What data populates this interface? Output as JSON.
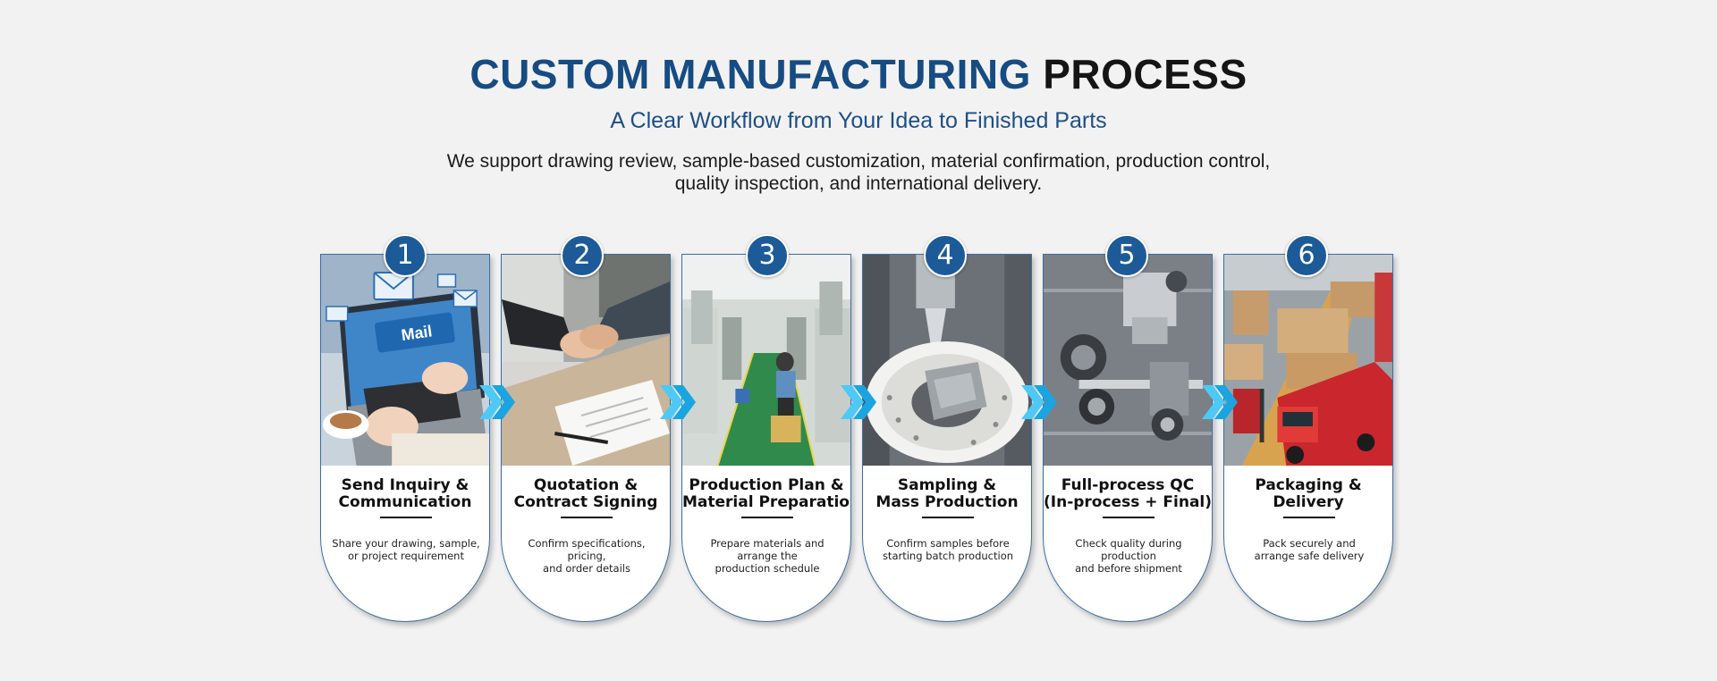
{
  "header": {
    "title_blue": "CUSTOM MANUFACTURING",
    "title_dark": "PROCESS",
    "subtitle": "A Clear Workflow from Your Idea to Finished Parts",
    "description_line1": "We support drawing review, sample-based customization, material confirmation, production control,",
    "description_line2": "quality inspection, and international delivery."
  },
  "colors": {
    "background": "#f2f2f2",
    "brand_blue": "#164c82",
    "badge_blue": "#1c5a98",
    "arrow_cyan": "#2fb8ee"
  },
  "steps": [
    {
      "number": "1",
      "title_lines": [
        "Send Inquiry &",
        "Communication"
      ],
      "desc_lines": [
        "Share your drawing, sample,",
        "or project requirement"
      ],
      "image_text": "Mail",
      "icon": "mail-laptop-photo"
    },
    {
      "number": "2",
      "title_lines": [
        "Quotation &",
        "Contract Signing"
      ],
      "desc_lines": [
        "Confirm specifications,",
        "pricing,",
        "and order details"
      ],
      "icon": "handshake-photo"
    },
    {
      "number": "3",
      "title_lines": [
        "Production Plan &",
        "Material Preparation"
      ],
      "desc_lines": [
        "Prepare materials and",
        "arrange the",
        "production schedule"
      ],
      "icon": "factory-floor-photo"
    },
    {
      "number": "4",
      "title_lines": [
        "Sampling &",
        "Mass Production"
      ],
      "desc_lines": [
        "Confirm samples before",
        "starting batch production"
      ],
      "icon": "cnc-machining-photo"
    },
    {
      "number": "5",
      "title_lines": [
        "Full-process QC",
        "(In-process + Final)"
      ],
      "desc_lines": [
        "Check quality during",
        "production",
        "and before shipment"
      ],
      "icon": "cnc-turret-photo"
    },
    {
      "number": "6",
      "title_lines": [
        "Packaging &",
        "Delivery"
      ],
      "desc_lines": [
        "Pack securely and",
        "arrange safe delivery"
      ],
      "icon": "truck-warehouse-photo"
    }
  ],
  "arrow_icon": "double-chevron-right-icon"
}
